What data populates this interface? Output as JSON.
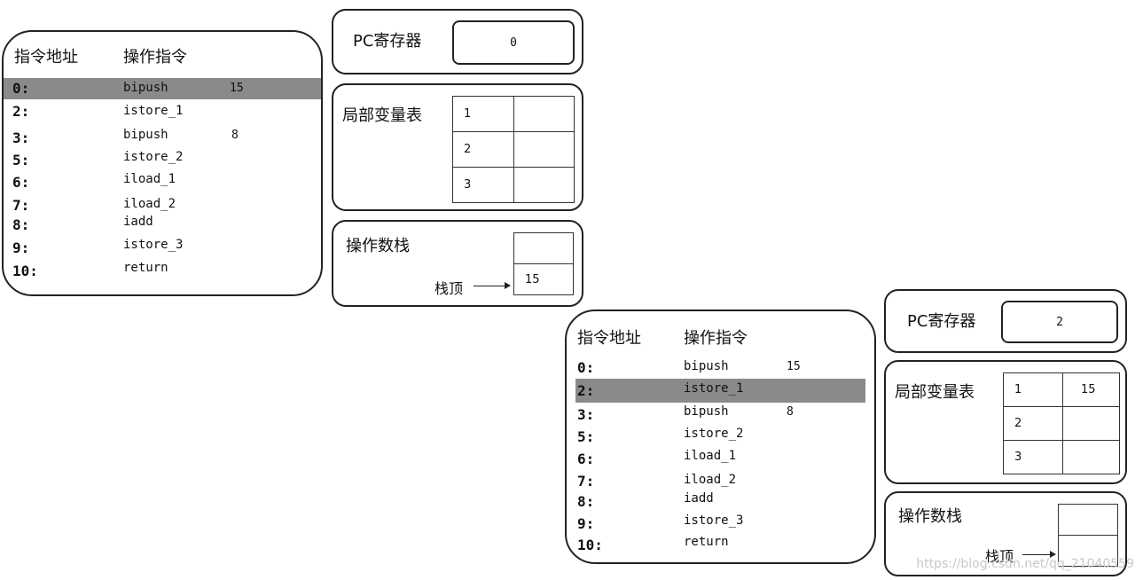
{
  "labels": {
    "addr_header": "指令地址",
    "op_header": "操作指令",
    "pc_title": "PC寄存器",
    "locals_title": "局部变量表",
    "stack_title": "操作数栈",
    "stack_top": "栈顶"
  },
  "instructions": [
    {
      "addr": "0:",
      "op": "bipush",
      "arg": "15"
    },
    {
      "addr": "2:",
      "op": "istore_1",
      "arg": ""
    },
    {
      "addr": "3:",
      "op": "bipush",
      "arg": "8"
    },
    {
      "addr": "5:",
      "op": "istore_2",
      "arg": ""
    },
    {
      "addr": "6:",
      "op": "iload_1",
      "arg": ""
    },
    {
      "addr": "7:",
      "op": "iload_2",
      "arg": ""
    },
    {
      "addr": "8:",
      "op": "iadd",
      "arg": ""
    },
    {
      "addr": "9:",
      "op": "istore_3",
      "arg": ""
    },
    {
      "addr": "10:",
      "op": "return",
      "arg": ""
    }
  ],
  "states": [
    {
      "highlight_addr": "0:",
      "pc": "0",
      "locals": [
        {
          "index": "1",
          "value": ""
        },
        {
          "index": "2",
          "value": ""
        },
        {
          "index": "3",
          "value": ""
        }
      ],
      "stack": [
        "",
        "15"
      ]
    },
    {
      "highlight_addr": "2:",
      "pc": "2",
      "locals": [
        {
          "index": "1",
          "value": "15"
        },
        {
          "index": "2",
          "value": ""
        },
        {
          "index": "3",
          "value": ""
        }
      ],
      "stack": [
        "",
        ""
      ]
    }
  ],
  "watermark": "https://blog.csdn.net/qq_21040559"
}
